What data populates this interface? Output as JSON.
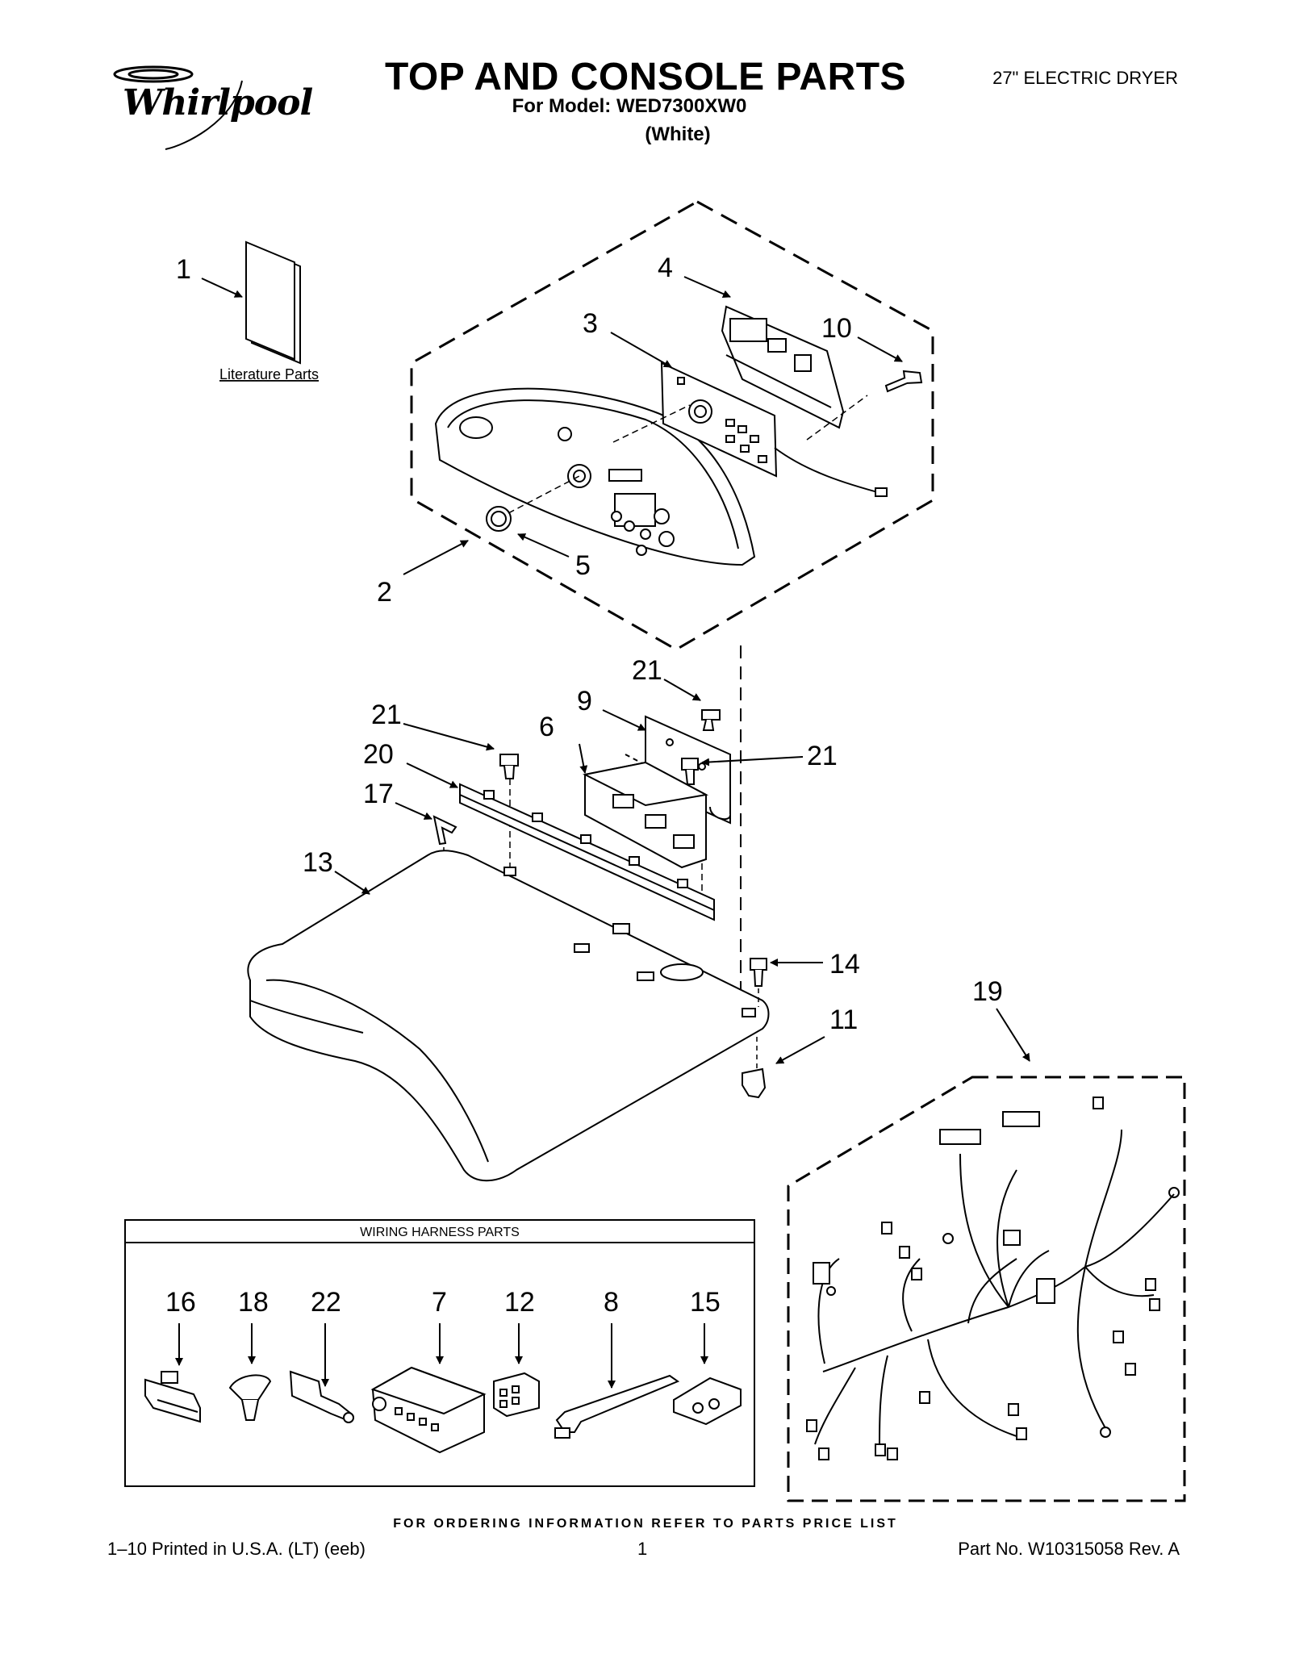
{
  "header": {
    "brand": "Whirlpool",
    "title": "TOP AND CONSOLE PARTS",
    "model": "For Model: WED7300XW0",
    "color": "(White)",
    "product": "27\" ELECTRIC DRYER"
  },
  "literature_label": "Literature Parts",
  "wiring_box_title": "WIRING HARNESS PARTS",
  "callouts": {
    "c1": "1",
    "c2": "2",
    "c3": "3",
    "c4": "4",
    "c5": "5",
    "c6": "6",
    "c7": "7",
    "c8": "8",
    "c9": "9",
    "c10": "10",
    "c11": "11",
    "c12": "12",
    "c13": "13",
    "c14": "14",
    "c15": "15",
    "c16": "16",
    "c17": "17",
    "c18": "18",
    "c19": "19",
    "c20": "20",
    "c21a": "21",
    "c21b": "21",
    "c21c": "21",
    "c22": "22"
  },
  "footer": {
    "ordering": "FOR ORDERING INFORMATION REFER TO PARTS PRICE LIST",
    "left": "1–10 Printed in U.S.A. (LT) (eeb)",
    "page": "1",
    "part_no": "Part No. W10315058 Rev. A"
  }
}
